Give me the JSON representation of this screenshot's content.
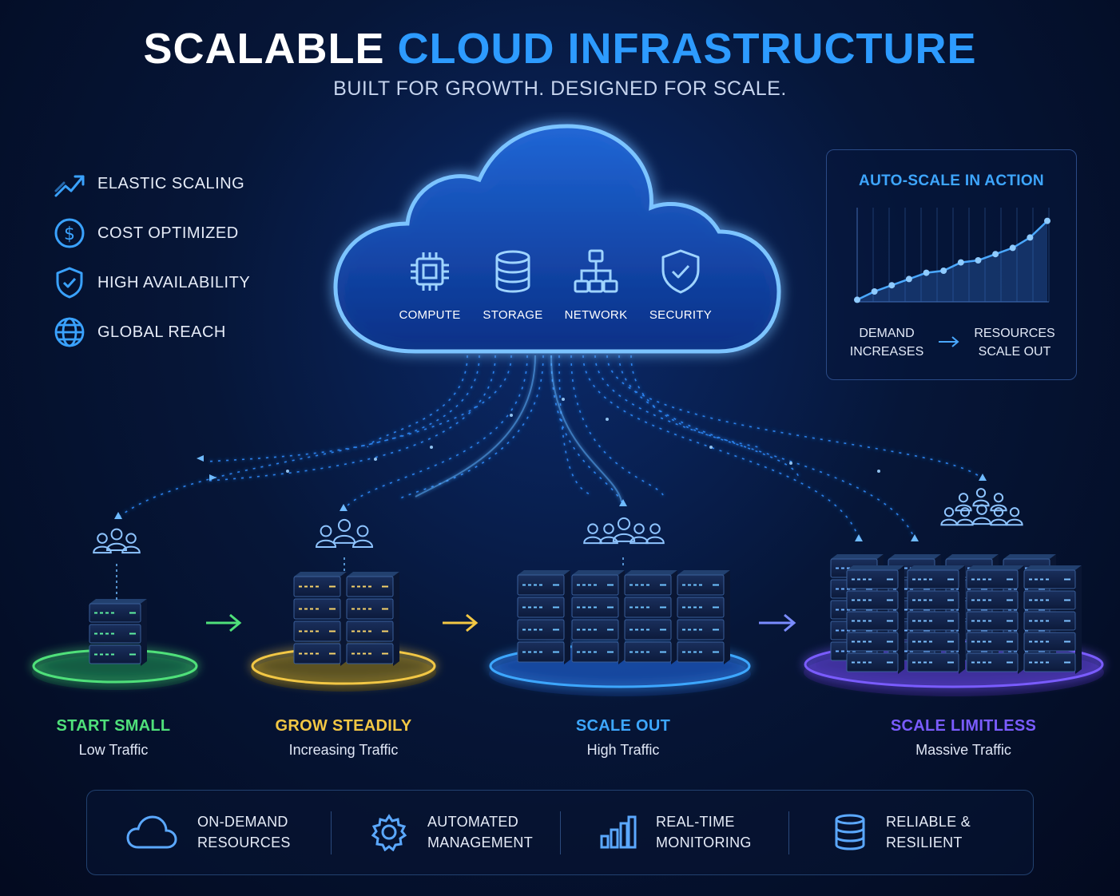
{
  "header": {
    "title_part1": "SCALABLE",
    "title_part2": "CLOUD INFRASTRUCTURE",
    "subtitle": "BUILT FOR GROWTH. DESIGNED FOR SCALE."
  },
  "features": [
    {
      "icon": "trend-up-icon",
      "label": "ELASTIC SCALING"
    },
    {
      "icon": "dollar-coin-icon",
      "label": "COST OPTIMIZED"
    },
    {
      "icon": "shield-check-icon",
      "label": "HIGH AVAILABILITY"
    },
    {
      "icon": "globe-icon",
      "label": "GLOBAL REACH"
    }
  ],
  "cloud": {
    "items": [
      {
        "icon": "cpu-chip-icon",
        "label": "COMPUTE"
      },
      {
        "icon": "database-icon",
        "label": "STORAGE"
      },
      {
        "icon": "network-tree-icon",
        "label": "NETWORK"
      },
      {
        "icon": "shield-check-icon",
        "label": "SECURITY"
      }
    ]
  },
  "autoscale": {
    "title": "AUTO-SCALE IN ACTION",
    "left_note": "DEMAND\nINCREASES",
    "right_note": "RESOURCES\nSCALE OUT",
    "line_color": "#4aa8ff"
  },
  "chart_data": {
    "type": "area",
    "title": "AUTO-SCALE IN ACTION",
    "x": [
      1,
      2,
      3,
      4,
      5,
      6,
      7,
      8,
      9,
      10,
      11,
      12
    ],
    "values": [
      2,
      10,
      16,
      22,
      28,
      30,
      38,
      40,
      46,
      52,
      62,
      78
    ],
    "ylim": [
      0,
      100
    ],
    "grid": true
  },
  "stages": [
    {
      "label": "START SMALL",
      "sub": "Low Traffic",
      "color": "#4fe07a"
    },
    {
      "label": "GROW STEADILY",
      "sub": "Increasing Traffic",
      "color": "#f2c744"
    },
    {
      "label": "SCALE OUT",
      "sub": "High Traffic",
      "color": "#3da7ff"
    },
    {
      "label": "SCALE LIMITLESS",
      "sub": "Massive Traffic",
      "color": "#7a5cff"
    }
  ],
  "bottom": [
    {
      "icon": "cloud-outline-icon",
      "label": "ON-DEMAND\nRESOURCES"
    },
    {
      "icon": "gear-icon",
      "label": "AUTOMATED\nMANAGEMENT"
    },
    {
      "icon": "bar-chart-icon",
      "label": "REAL-TIME\nMONITORING"
    },
    {
      "icon": "database-icon",
      "label": "RELIABLE &\nRESILIENT"
    }
  ],
  "colors": {
    "accent": "#2d9bff",
    "green": "#4fe07a",
    "yellow": "#f2c744",
    "blue": "#3da7ff",
    "purple": "#7a5cff"
  }
}
